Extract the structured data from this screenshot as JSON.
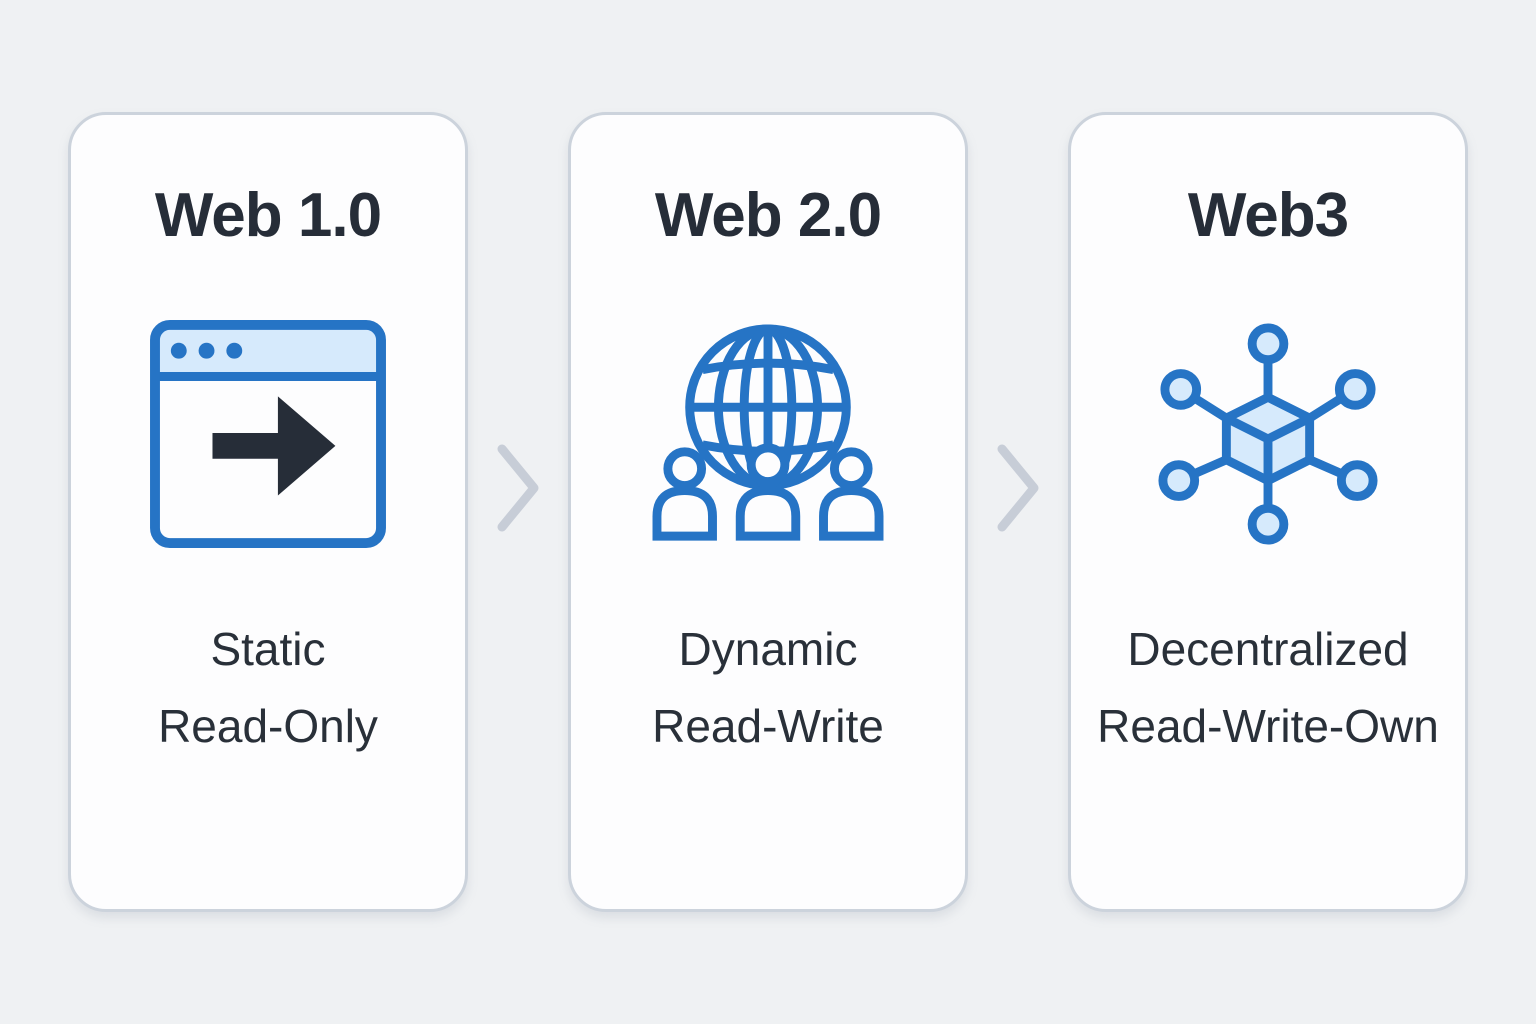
{
  "diagram_title": "Web evolution diagram",
  "cards": [
    {
      "title": "Web 1.0",
      "icon": "browser-window-arrow-icon",
      "description_line1": "Static",
      "description_line2": "Read-Only"
    },
    {
      "title": "Web 2.0",
      "icon": "globe-users-icon",
      "description_line1": "Dynamic",
      "description_line2": "Read-Write"
    },
    {
      "title": "Web3",
      "icon": "blockchain-network-icon",
      "description_line1": "Decentralized",
      "description_line2": "Read-Write-Own"
    }
  ],
  "separator_icon": "chevron-right-icon",
  "colors": {
    "page_bg": "#eff1f3",
    "card_bg": "#fdfdfe",
    "card_border": "#ccd3dc",
    "accent_blue": "#2674c5",
    "light_blue_fill": "#d6eafc",
    "title_text": "#262d38",
    "body_text": "#293039",
    "chevron_gray": "#c7cdd7"
  }
}
